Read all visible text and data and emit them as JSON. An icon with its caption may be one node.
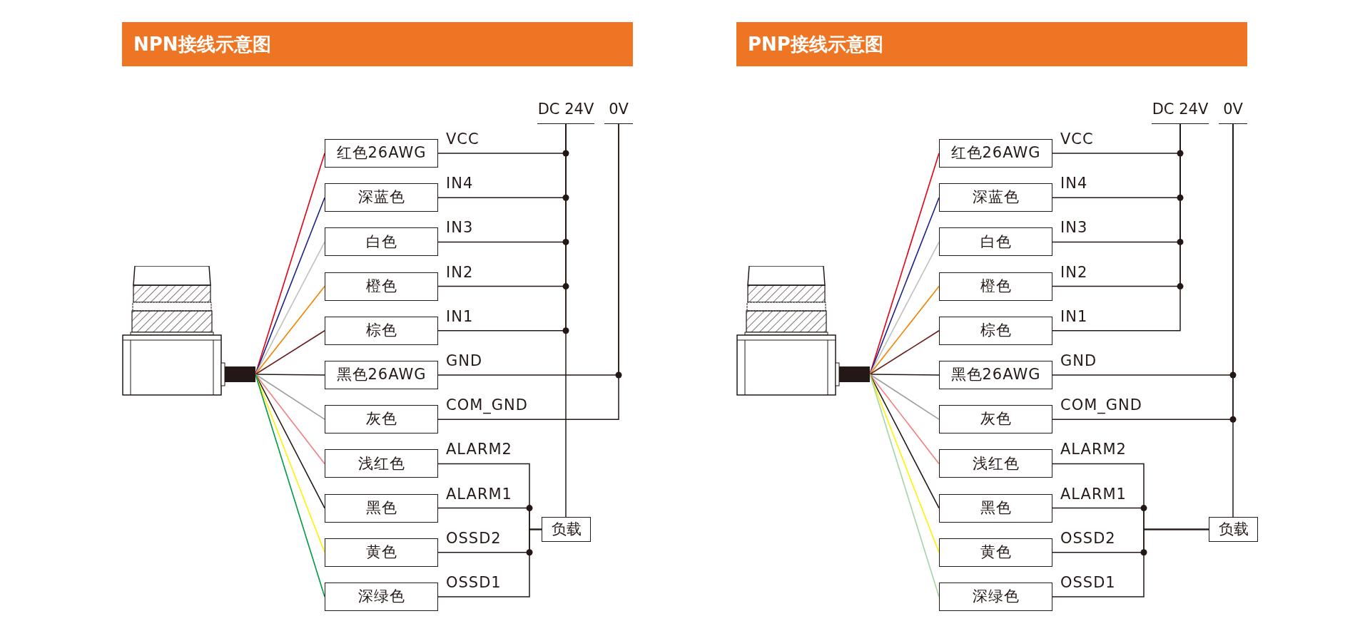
{
  "diagram": {
    "nodes": [
      {
        "text": [
          "NPN接线示意图"
        ]
      },
      {
        "text": [
          "DC 24V"
        ]
      },
      {
        "text": [
          "0V"
        ]
      },
      {
        "text": [],
        "shape": "picture"
      },
      {
        "text": [
          "红色26AWG"
        ]
      },
      {
        "text": [
          "深蓝色"
        ]
      },
      {
        "text": [
          "白色"
        ]
      },
      {
        "text": [
          "橙色"
        ]
      },
      {
        "text": [
          "棕色"
        ]
      },
      {
        "text": [
          "黑色26AWG"
        ]
      },
      {
        "text": [
          "灰色"
        ]
      },
      {
        "text": [
          "浅红色"
        ]
      },
      {
        "text": [
          "黑色"
        ]
      },
      {
        "text": [
          "黄色"
        ]
      },
      {
        "text": [
          "深绿色"
        ]
      },
      {
        "text": [
          "负载"
        ]
      },
      {
        "text": [
          "PNP接线示意图"
        ]
      },
      {
        "text": [
          "DC 24V"
        ]
      },
      {
        "text": [
          "0V"
        ]
      },
      {
        "text": [],
        "shape": "picture"
      },
      {
        "text": [
          "红色26AWG"
        ]
      },
      {
        "text": [
          "深蓝色"
        ]
      },
      {
        "text": [
          "白色"
        ]
      },
      {
        "text": [
          "橙色"
        ]
      },
      {
        "text": [
          "棕色"
        ]
      },
      {
        "text": [
          "黑色26AWG"
        ]
      },
      {
        "text": [
          "灰色"
        ]
      },
      {
        "text": [
          "浅红色"
        ]
      },
      {
        "text": [
          "黑色"
        ]
      },
      {
        "text": [
          "黄色"
        ]
      },
      {
        "text": [
          "深绿色"
        ]
      },
      {
        "text": [
          "负载"
        ]
      }
    ],
    "edges": [
      {
        "from": 3,
        "to": 4,
        "arrow": "none",
        "color": "#e60012"
      },
      {
        "from": 3,
        "to": 5,
        "arrow": "none",
        "color": "#1d2088"
      },
      {
        "from": 3,
        "to": 6,
        "arrow": "none",
        "color": "#c0c0c0"
      },
      {
        "from": 3,
        "to": 7,
        "arrow": "none",
        "color": "#f08300"
      },
      {
        "from": 3,
        "to": 8,
        "arrow": "none",
        "color": "#6a1b1b"
      },
      {
        "from": 3,
        "to": 9,
        "arrow": "none",
        "color": "#231815"
      },
      {
        "from": 3,
        "to": 10,
        "arrow": "none",
        "color": "#9e9e9e"
      },
      {
        "from": 3,
        "to": 11,
        "arrow": "none",
        "color": "#f08080"
      },
      {
        "from": 3,
        "to": 12,
        "arrow": "none",
        "color": "#231815"
      },
      {
        "from": 3,
        "to": 13,
        "arrow": "none",
        "color": "#fff100"
      },
      {
        "from": 3,
        "to": 14,
        "arrow": "none",
        "color": "#009944"
      },
      {
        "from": 4,
        "to": 1,
        "arrow": "none",
        "label": "VCC"
      },
      {
        "from": 5,
        "to": 1,
        "arrow": "none",
        "label": "IN4"
      },
      {
        "from": 6,
        "to": 1,
        "arrow": "none",
        "label": "IN3"
      },
      {
        "from": 7,
        "to": 1,
        "arrow": "none",
        "label": "IN2"
      },
      {
        "from": 8,
        "to": 1,
        "arrow": "none",
        "label": "IN1"
      },
      {
        "from": 9,
        "to": 2,
        "arrow": "none",
        "label": "GND"
      },
      {
        "from": 10,
        "to": 2,
        "arrow": "none",
        "label": "COM_GND"
      },
      {
        "from": 11,
        "to": 15,
        "arrow": "none",
        "label": "ALARM2"
      },
      {
        "from": 12,
        "to": 15,
        "arrow": "none",
        "label": "ALARM1"
      },
      {
        "from": 13,
        "to": 15,
        "arrow": "none",
        "label": "OSSD2"
      },
      {
        "from": 14,
        "to": 15,
        "arrow": "none",
        "label": "OSSD1"
      },
      {
        "from": 15,
        "to": 1,
        "arrow": "none"
      },
      {
        "from": 19,
        "to": 20,
        "arrow": "none",
        "color": "#e60012"
      },
      {
        "from": 19,
        "to": 21,
        "arrow": "none",
        "color": "#1d2088"
      },
      {
        "from": 19,
        "to": 22,
        "arrow": "none",
        "color": "#c0c0c0"
      },
      {
        "from": 19,
        "to": 23,
        "arrow": "none",
        "color": "#f08300"
      },
      {
        "from": 19,
        "to": 24,
        "arrow": "none",
        "color": "#6a1b1b"
      },
      {
        "from": 19,
        "to": 25,
        "arrow": "none",
        "color": "#231815"
      },
      {
        "from": 19,
        "to": 26,
        "arrow": "none",
        "color": "#9e9e9e"
      },
      {
        "from": 19,
        "to": 27,
        "arrow": "none",
        "color": "#f08080"
      },
      {
        "from": 19,
        "to": 28,
        "arrow": "none",
        "color": "#231815"
      },
      {
        "from": 19,
        "to": 29,
        "arrow": "none",
        "color": "#fff100"
      },
      {
        "from": 19,
        "to": 30,
        "arrow": "none",
        "color": "#a5d4a5"
      },
      {
        "from": 20,
        "to": 17,
        "arrow": "none",
        "label": "VCC"
      },
      {
        "from": 21,
        "to": 17,
        "arrow": "none",
        "label": "IN4"
      },
      {
        "from": 22,
        "to": 17,
        "arrow": "none",
        "label": "IN3"
      },
      {
        "from": 23,
        "to": 17,
        "arrow": "none",
        "label": "IN2"
      },
      {
        "from": 24,
        "to": 17,
        "arrow": "none",
        "label": "IN1"
      },
      {
        "from": 25,
        "to": 18,
        "arrow": "none",
        "label": "GND"
      },
      {
        "from": 26,
        "to": 18,
        "arrow": "none",
        "label": "COM_GND"
      },
      {
        "from": 27,
        "to": 31,
        "arrow": "none",
        "label": "ALARM2"
      },
      {
        "from": 28,
        "to": 31,
        "arrow": "none",
        "label": "ALARM1"
      },
      {
        "from": 29,
        "to": 31,
        "arrow": "none",
        "label": "OSSD2"
      },
      {
        "from": 30,
        "to": 31,
        "arrow": "none",
        "label": "OSSD1"
      },
      {
        "from": 31,
        "to": 18,
        "arrow": "none"
      }
    ]
  }
}
